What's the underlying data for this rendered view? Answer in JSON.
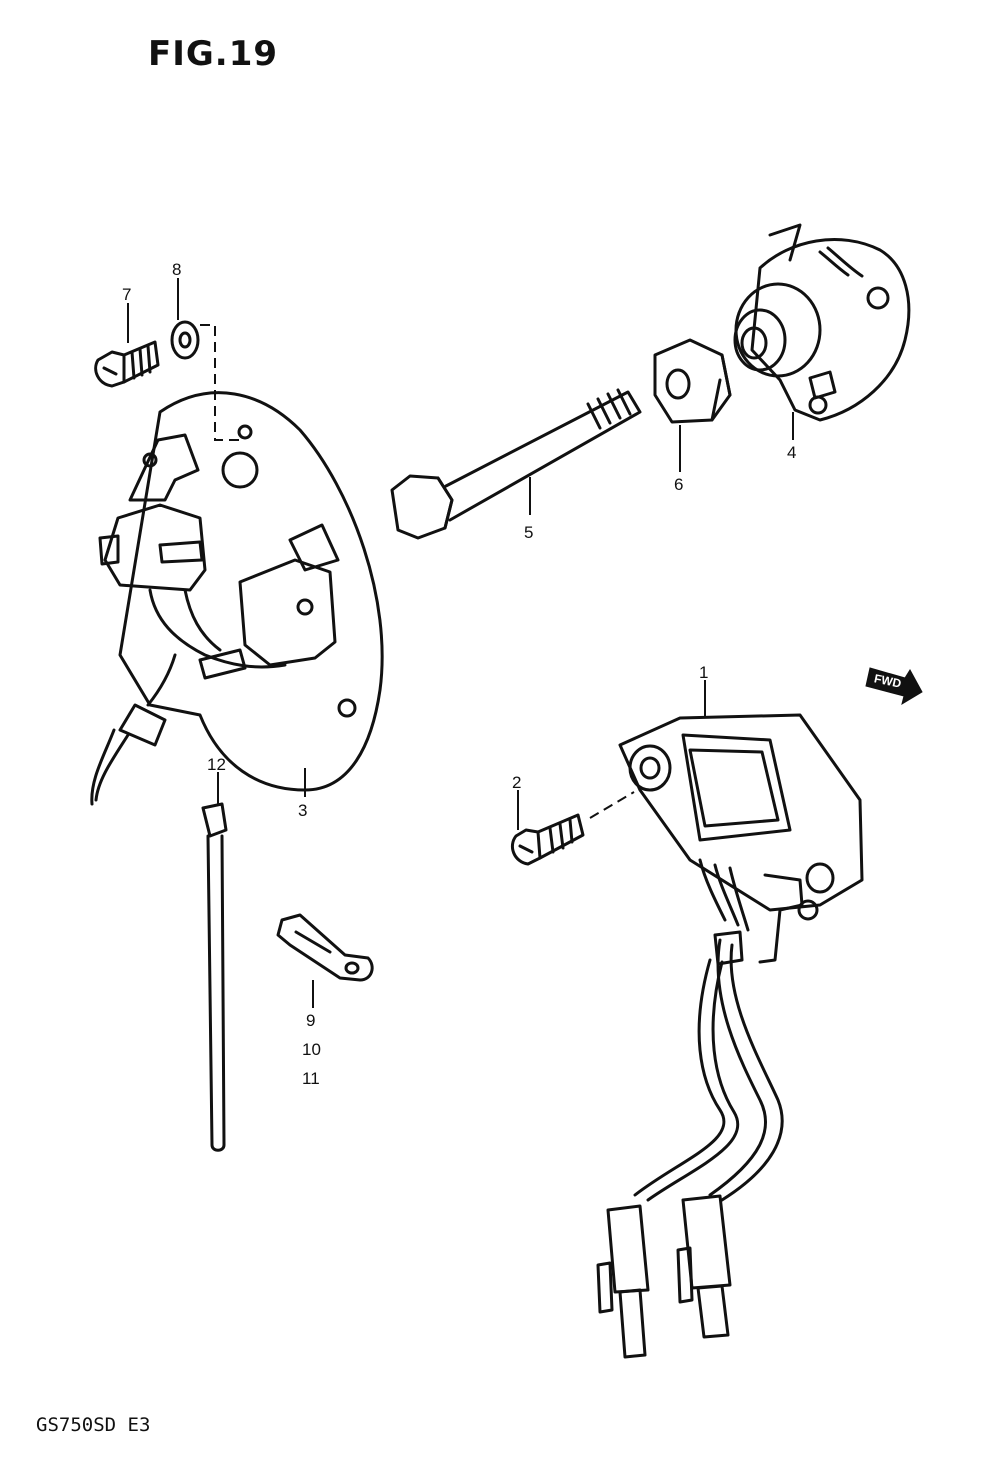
{
  "figure": {
    "title": "FIG.19",
    "model_code": "GS750SD E3",
    "fwd_label": "FWD"
  },
  "callouts": {
    "c1": "1",
    "c2": "2",
    "c3": "3",
    "c4": "4",
    "c5": "5",
    "c6": "6",
    "c7": "7",
    "c8": "8",
    "c9": "9",
    "c10": "10",
    "c11": "11",
    "c12": "12"
  },
  "colors": {
    "ink": "#111111",
    "paper": "#ffffff"
  }
}
